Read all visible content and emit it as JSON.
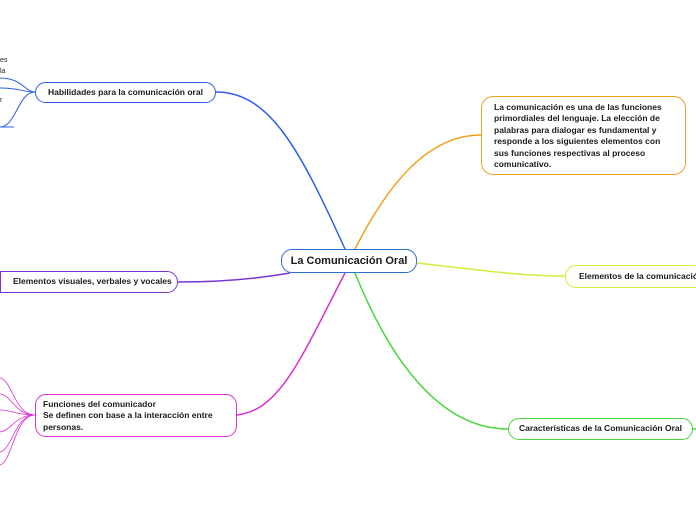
{
  "center": {
    "label": "La Comunicación Oral"
  },
  "nodes": {
    "habilidades": "Habilidades para la comunicación oral",
    "intro": "La comunicación es una de las funciones primordiales del lenguaje. La elección de palabras para dialogar es fundamental y responde a los siguientes elementos con sus funciones respectivas al proceso comunicativo.",
    "elementos": "Elementos de la comunicación",
    "caracteristicas": "Características de la Comunicación Oral",
    "visuales": "Elementos visuales, verbales y vocales",
    "funciones_title": "Funciones del comunicador",
    "funciones_desc": "Se definen con base a la interacción entre personas."
  },
  "fragments": {
    "f1": "es",
    "f2": "la",
    "f3": "r"
  },
  "colors": {
    "blue": "#2f5fe8",
    "orange": "#f0a020",
    "yellow": "#d8ea38",
    "green": "#47d63c",
    "purple": "#7b35d6",
    "magenta": "#d930cf"
  }
}
